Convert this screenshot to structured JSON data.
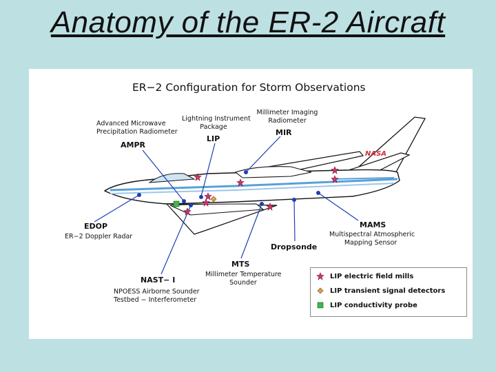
{
  "slide": {
    "title": "Anatomy of the ER-2 Aircraft"
  },
  "diagram": {
    "title": "ER−2 Configuration for Storm Observations",
    "labels": {
      "ampr_full": [
        "Advanced Microwave",
        "Precipitation Radiometer"
      ],
      "ampr": "AMPR",
      "lip_full": [
        "Lightning Instrument",
        "Package"
      ],
      "lip": "LIP",
      "mir_full": [
        "Millimeter Imaging",
        "Radiometer"
      ],
      "mir": "MIR",
      "edop": "EDOP",
      "edop_full": "ER−2 Doppler Radar",
      "mams": "MAMS",
      "mams_full": [
        "Multispectral Atmospheric",
        "Mapping Sensor"
      ],
      "dropsonde": "Dropsonde",
      "mts": "MTS",
      "mts_full": [
        "Millimeter Temperature",
        "Sounder"
      ],
      "nast": "NAST− I",
      "nast_full": [
        "NPOESS Airborne Sounder",
        "Testbed − Interferometer"
      ],
      "nasa": "NASA"
    },
    "legend": [
      {
        "symbol": "star",
        "color": "#d0346b",
        "label": "LIP electric field mills"
      },
      {
        "symbol": "diamond",
        "color": "#e0a050",
        "label": "LIP transient signal detectors"
      },
      {
        "symbol": "square",
        "color": "#3cb84a",
        "label": "LIP conductivity probe"
      }
    ]
  }
}
